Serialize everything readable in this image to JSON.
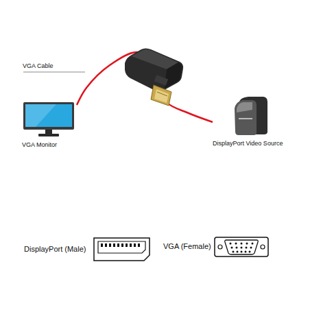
{
  "diagram": {
    "nodes": [
      {
        "text": [
          "VGA Monitor"
        ]
      },
      {
        "text": [
          "DisplayPort Video Source"
        ]
      }
    ],
    "edges": [
      {
        "from": 0,
        "to": 1,
        "arrow": "none"
      }
    ],
    "labels": [
      "VGA Cable",
      "DisplayPort (Male)",
      "VGA (Female)"
    ]
  }
}
